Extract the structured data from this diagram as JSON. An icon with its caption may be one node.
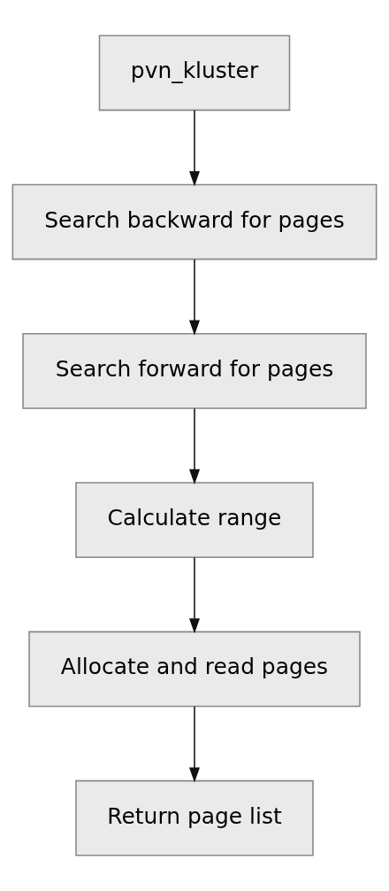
{
  "diagram": {
    "nodes": [
      {
        "text": [
          "pvn_kluster"
        ]
      },
      {
        "text": [
          "Search backward for pages"
        ]
      },
      {
        "text": [
          "Search forward for pages"
        ]
      },
      {
        "text": [
          "Calculate range"
        ]
      },
      {
        "text": [
          "Allocate and read pages"
        ]
      },
      {
        "text": [
          "Return page list"
        ]
      }
    ],
    "edges": [
      {
        "from": 0,
        "to": 1,
        "arrow": "to"
      },
      {
        "from": 1,
        "to": 2,
        "arrow": "to"
      },
      {
        "from": 2,
        "to": 3,
        "arrow": "to"
      },
      {
        "from": 3,
        "to": 4,
        "arrow": "to"
      },
      {
        "from": 4,
        "to": 5,
        "arrow": "to"
      }
    ]
  }
}
